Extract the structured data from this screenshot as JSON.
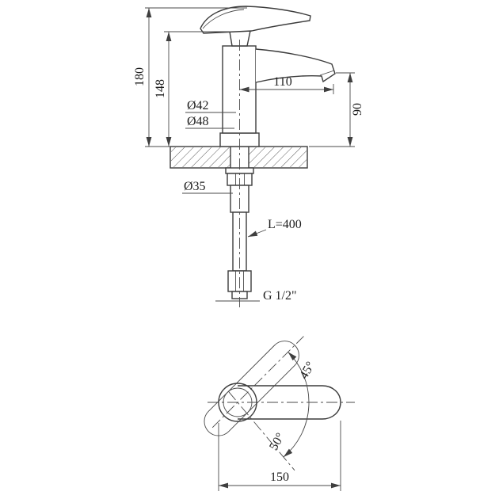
{
  "drawing": {
    "kind": "technical-dimension-drawing",
    "subject": "single-lever basin mixer faucet",
    "side_view": {
      "overall_height": "180",
      "height_to_body_top": "148",
      "spout_reach": "110",
      "outlet_height": "90",
      "body_diameter": "Ø42",
      "base_diameter": "Ø48",
      "shank_diameter": "Ø35",
      "hose_length": "L=400",
      "connection_thread": "G 1/2\""
    },
    "plan_view": {
      "handle_swing_up": "45°",
      "handle_swing_down": "50°",
      "overall_length": "150"
    }
  }
}
